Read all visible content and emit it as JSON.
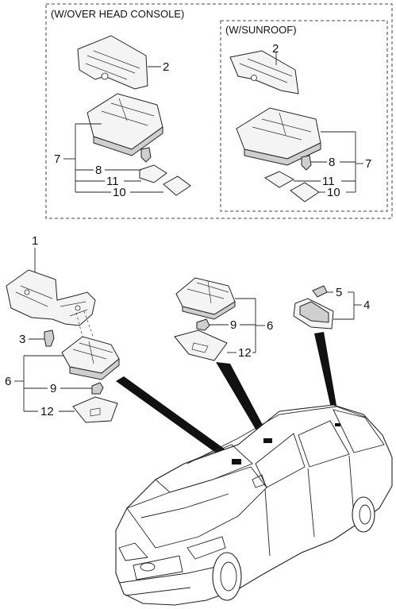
{
  "groups": {
    "overhead_console": "(W/OVER HEAD CONSOLE)",
    "sunroof": "(W/SUNROOF)"
  },
  "callouts": {
    "c1": "1",
    "c2": "2",
    "c3": "3",
    "c4": "4",
    "c5": "5",
    "c6": "6",
    "c7": "7",
    "c8": "8",
    "c9": "9",
    "c10": "10",
    "c11": "11",
    "c12": "12"
  }
}
